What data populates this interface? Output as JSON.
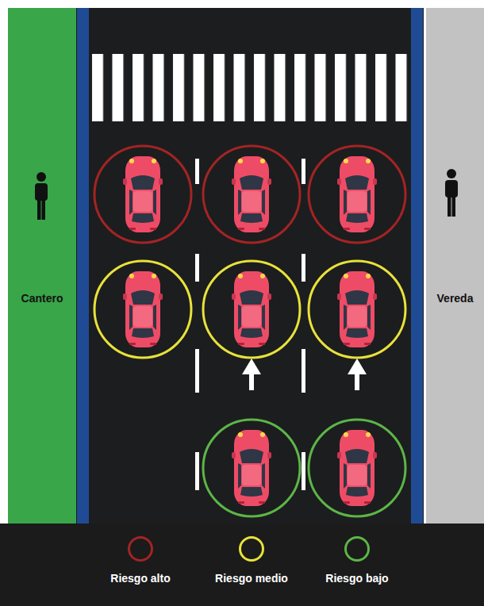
{
  "diagram": {
    "nodes": [
      {
        "text": [
          "Cantero"
        ]
      },
      {
        "text": [
          "Vereda"
        ]
      }
    ],
    "legend": [
      {
        "text": "Riesgo alto",
        "color": "#a32424"
      },
      {
        "text": "Riesgo medio",
        "color": "#e8e23a"
      },
      {
        "text": "Riesgo bajo",
        "color": "#5cb646"
      }
    ]
  }
}
